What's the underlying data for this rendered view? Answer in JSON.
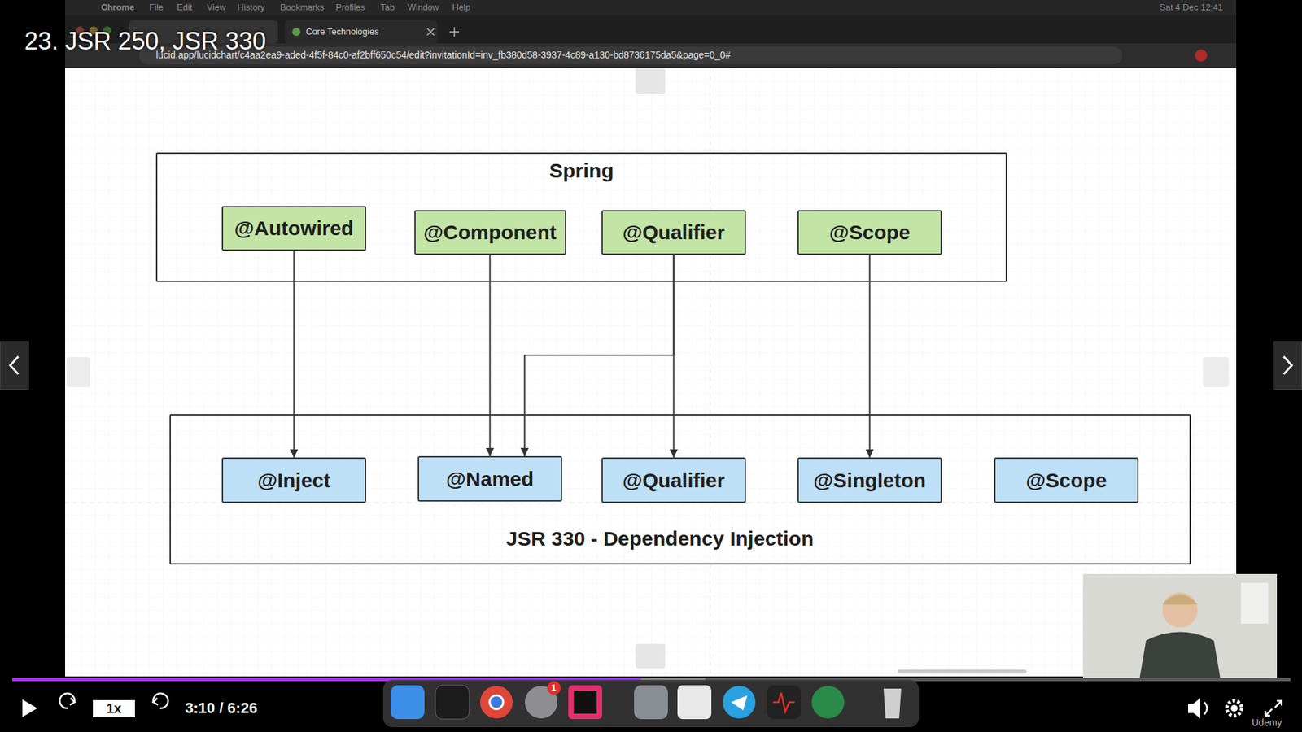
{
  "diagram": {
    "title": "23. JSR 250, JSR 330",
    "nodes": [
      {
        "text": [
          "Spring"
        ]
      },
      {
        "text": [
          "@Autowired"
        ],
        "in": 0
      },
      {
        "text": [
          "@Component"
        ],
        "in": 0
      },
      {
        "text": [
          "@Qualifier"
        ],
        "in": 0
      },
      {
        "text": [
          "@Scope"
        ],
        "in": 0
      },
      {
        "text": [
          "JSR 330 - Dependency Injection"
        ]
      },
      {
        "text": [
          "@Inject"
        ],
        "in": 5
      },
      {
        "text": [
          "@Named"
        ],
        "in": 5
      },
      {
        "text": [
          "@Qualifier"
        ],
        "in": 5
      },
      {
        "text": [
          "@Singleton"
        ],
        "in": 5
      },
      {
        "text": [
          "@Scope"
        ],
        "in": 5
      }
    ],
    "edges": [
      {
        "from": 1,
        "to": 6,
        "arrow": "to"
      },
      {
        "from": 2,
        "to": 7,
        "arrow": "to"
      },
      {
        "from": 3,
        "to": 7,
        "arrow": "to"
      },
      {
        "from": 3,
        "to": 8,
        "arrow": "to"
      },
      {
        "from": 4,
        "to": 9,
        "arrow": "to"
      }
    ],
    "labels": [
      "Chrome",
      "File",
      "Edit",
      "View",
      "History",
      "Bookmarks",
      "Profiles",
      "Tab",
      "Window",
      "Help",
      "Sat 4 Dec 12:41",
      "Core Technologies",
      "lucid.app/lucidchart/c4aa2ea9-aded-4f5f-84c0-af2bff650c54/edit?invitationId=inv_fb380d58-3937-4c89-a130-bd8736175da5&page=0_0#",
      "1x",
      "3:10 / 6:26",
      "1",
      "Udemy"
    ]
  }
}
